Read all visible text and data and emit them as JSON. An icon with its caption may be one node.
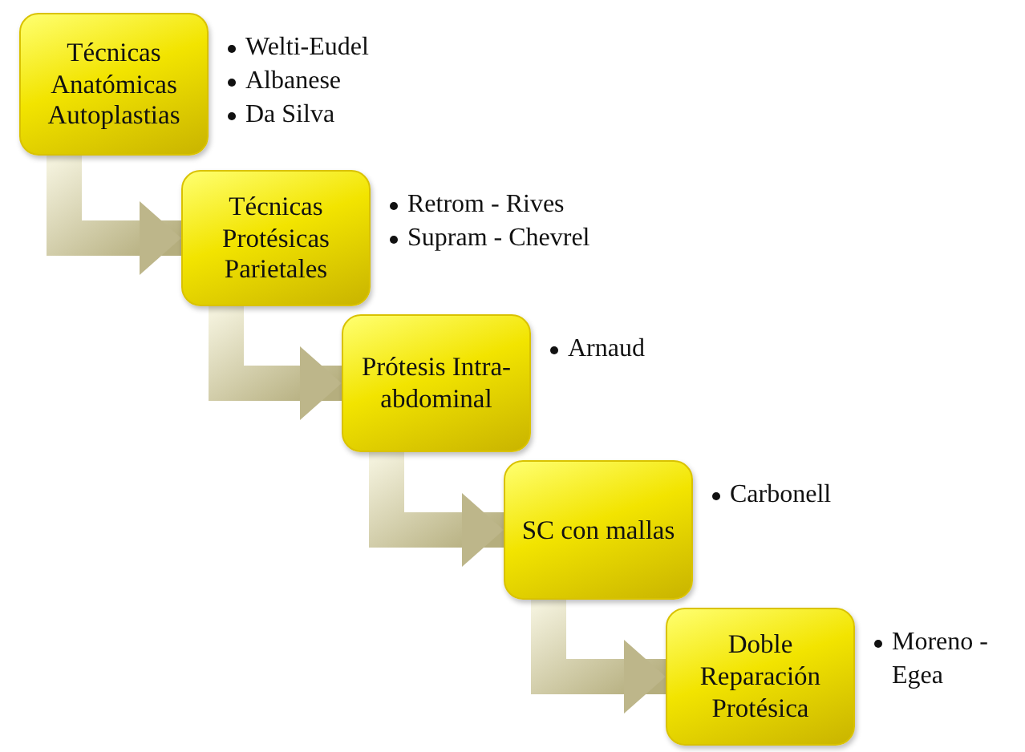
{
  "diagram": {
    "nodes": [
      {
        "text": [
          "Técnicas Anatómicas Autoplastias"
        ],
        "beside": [
          "Welti-Eudel",
          "Albanese",
          "Da Silva"
        ]
      },
      {
        "text": [
          "Técnicas Protésicas Parietales"
        ],
        "beside": [
          "Retrom - Rives",
          "Supram - Chevrel"
        ]
      },
      {
        "text": [
          "Prótesis Intra-abdominal"
        ],
        "beside": [
          "Arnaud"
        ]
      },
      {
        "text": [
          "SC con mallas"
        ],
        "beside": [
          "Carbonell"
        ]
      },
      {
        "text": [
          "Doble Reparación Protésica"
        ],
        "beside": [
          "Moreno - Egea"
        ]
      }
    ],
    "edges": [
      {
        "from": 0,
        "to": 1,
        "arrow": "to"
      },
      {
        "from": 1,
        "to": 2,
        "arrow": "to"
      },
      {
        "from": 2,
        "to": 3,
        "arrow": "to"
      },
      {
        "from": 3,
        "to": 4,
        "arrow": "to"
      }
    ]
  }
}
